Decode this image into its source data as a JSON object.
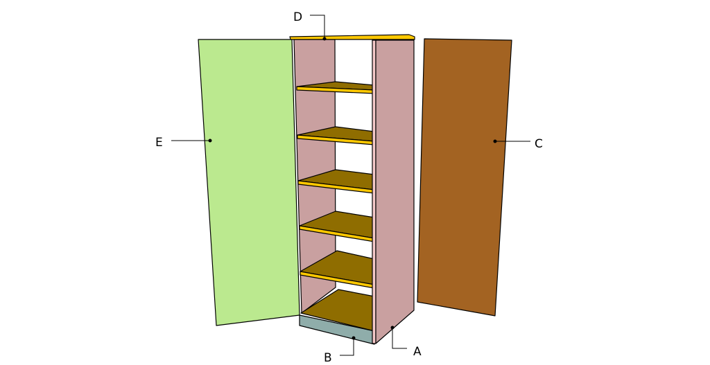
{
  "labels": {
    "a": "A",
    "b": "B",
    "c": "C",
    "d": "D",
    "e": "E"
  },
  "colors": {
    "left_door": "#bbe98f",
    "right_door": "#a36322",
    "side_panel": "#c9a0a0",
    "side_panel_edge": "#f3c8c8",
    "shelf_top": "#8f6d00",
    "shelf_edge": "#ffc800",
    "base": "#8fadaa",
    "top": "#ffc800"
  }
}
